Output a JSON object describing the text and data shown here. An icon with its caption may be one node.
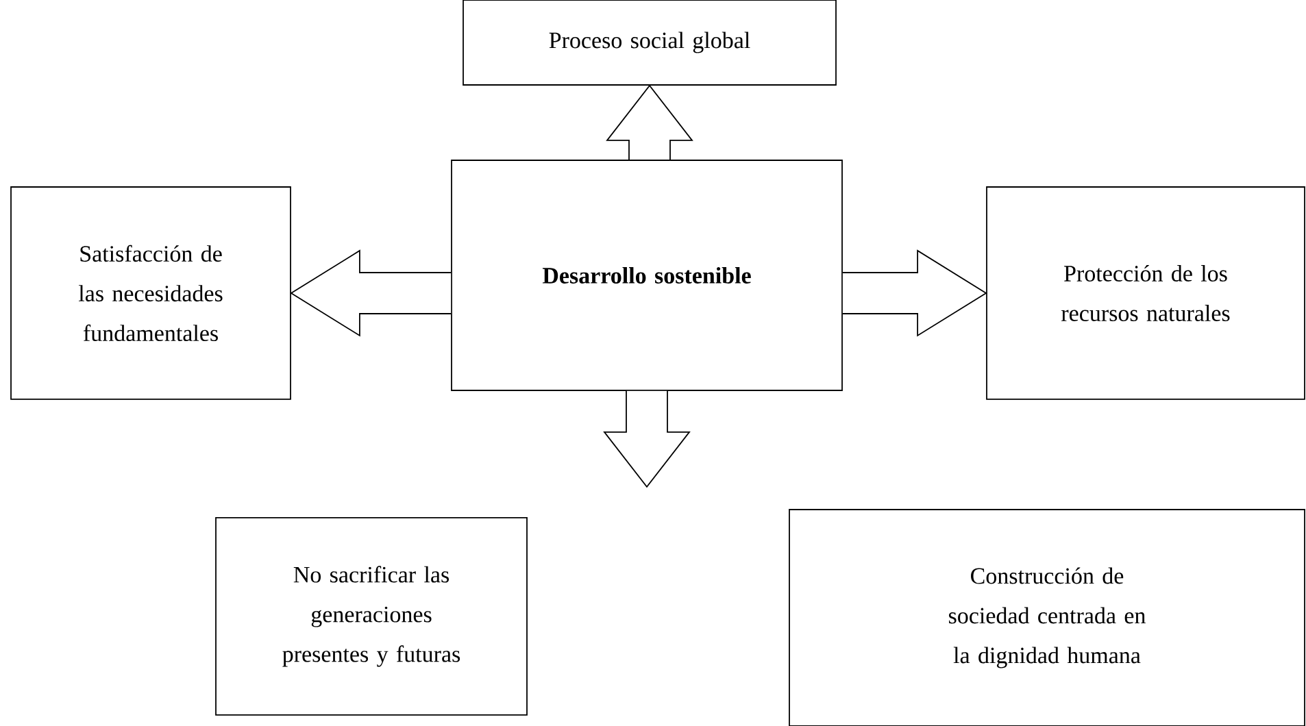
{
  "diagram": {
    "nodes": [
      {
        "text": [
          "Desarrollo sostenible"
        ]
      },
      {
        "text": [
          "Proceso social global"
        ]
      },
      {
        "text": [
          "Satisfacción de las necesidades fundamentales"
        ]
      },
      {
        "text": [
          "Protección de los recursos naturales"
        ]
      },
      {
        "text": [
          "No sacrificar las generaciones presentes y futuras"
        ]
      },
      {
        "text": [
          "Construcción de sociedad centrada en la dignidad humana"
        ]
      }
    ],
    "edges": [
      {
        "from": 0,
        "to": 1,
        "arrow": "to"
      },
      {
        "from": 0,
        "to": 2,
        "arrow": "to"
      },
      {
        "from": 0,
        "to": 3,
        "arrow": "to"
      },
      {
        "from": 0,
        "to": null,
        "arrow": "to"
      }
    ]
  }
}
